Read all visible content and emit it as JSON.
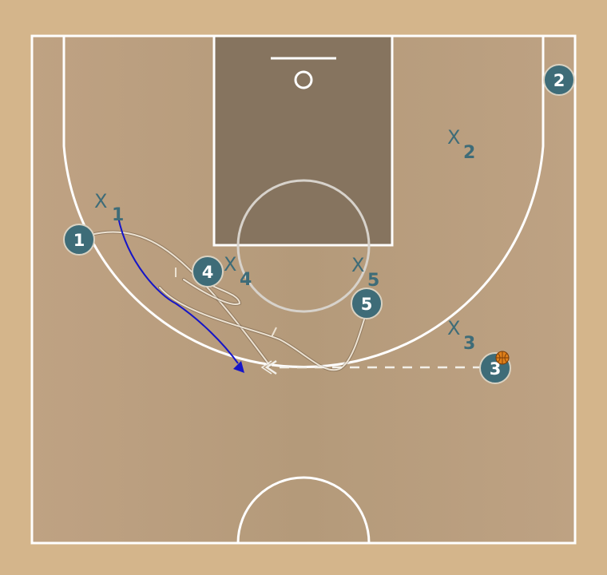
{
  "colors": {
    "wood_outer": "#d4b58b",
    "wood_inner": "#b89d7e",
    "paint": "#86745f",
    "line": "#ffffff",
    "player_fill": "#3e6c78",
    "player_stroke": "#d9d2c2",
    "defender": "#3e6c78",
    "cut_line": "#ece2d2",
    "dribble_line": "#1515c8",
    "ball": "#e0801a"
  },
  "players": [
    {
      "label": "1",
      "role": "offense"
    },
    {
      "label": "2",
      "role": "offense"
    },
    {
      "label": "3",
      "role": "offense",
      "has_ball": true
    },
    {
      "label": "4",
      "role": "offense"
    },
    {
      "label": "5",
      "role": "offense"
    }
  ],
  "defenders": [
    {
      "mark": "X",
      "sub": "1"
    },
    {
      "mark": "X",
      "sub": "2"
    },
    {
      "mark": "X",
      "sub": "3"
    },
    {
      "mark": "X",
      "sub": "4"
    },
    {
      "mark": "X",
      "sub": "5"
    }
  ],
  "actions": [
    {
      "type": "pass",
      "from": "3",
      "style": "dashed"
    },
    {
      "type": "cut",
      "player": "1"
    },
    {
      "type": "cut",
      "player": "4"
    },
    {
      "type": "screen",
      "player": "5"
    },
    {
      "type": "dribble",
      "player": "1",
      "color": "blue"
    }
  ]
}
